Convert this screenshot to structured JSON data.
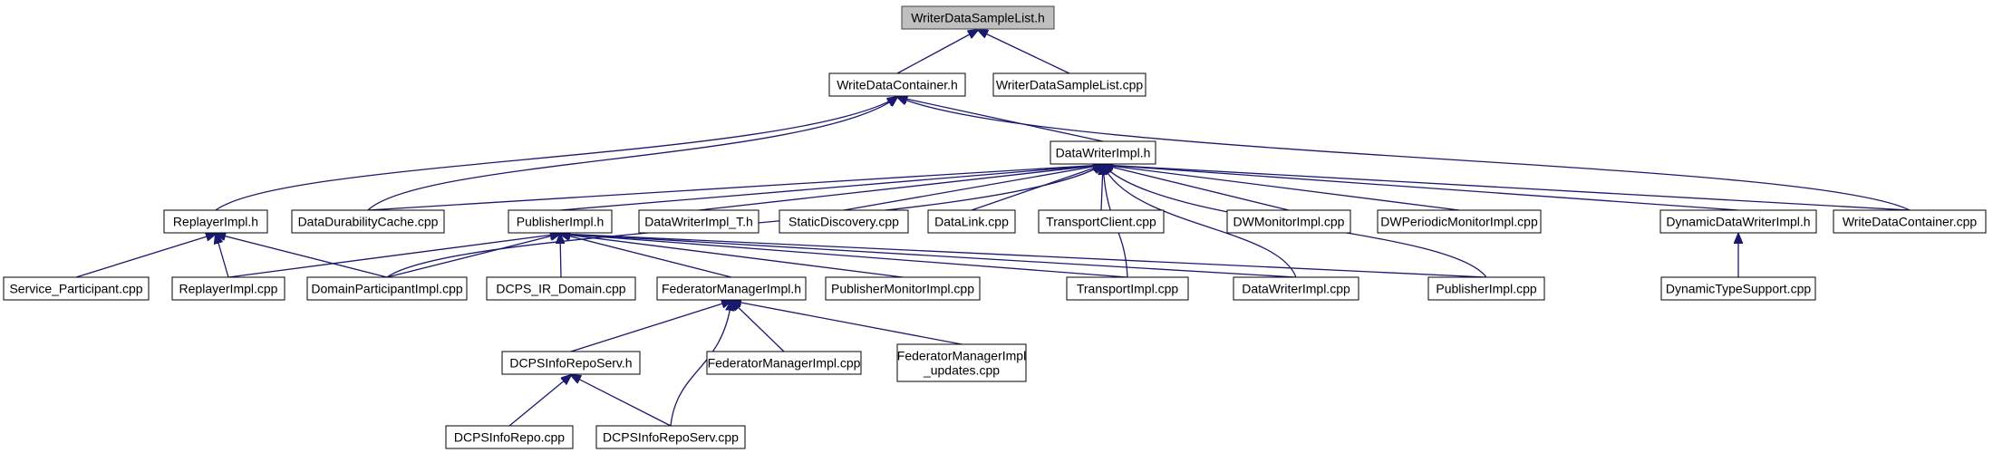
{
  "graph": {
    "colors": {
      "edge": "#191970",
      "root_fill": "#bfbfbf",
      "node_fill": "#ffffff",
      "node_border": "#000000"
    },
    "nodes": [
      {
        "id": "n0",
        "lines": [
          "WriterDataSampleList.h"
        ],
        "root": true
      },
      {
        "id": "n1",
        "lines": [
          "WriteDataContainer.h"
        ]
      },
      {
        "id": "n2",
        "lines": [
          "WriterDataSampleList.cpp"
        ]
      },
      {
        "id": "n3",
        "lines": [
          "DataWriterImpl.h"
        ]
      },
      {
        "id": "n4",
        "lines": [
          "ReplayerImpl.h"
        ]
      },
      {
        "id": "n5",
        "lines": [
          "DataDurabilityCache.cpp"
        ]
      },
      {
        "id": "n6",
        "lines": [
          "PublisherImpl.h"
        ]
      },
      {
        "id": "n7",
        "lines": [
          "DataWriterImpl_T.h"
        ]
      },
      {
        "id": "n8",
        "lines": [
          "StaticDiscovery.cpp"
        ]
      },
      {
        "id": "n9",
        "lines": [
          "DataLink.cpp"
        ]
      },
      {
        "id": "n10",
        "lines": [
          "TransportClient.cpp"
        ]
      },
      {
        "id": "n11",
        "lines": [
          "DWMonitorImpl.cpp"
        ]
      },
      {
        "id": "n12",
        "lines": [
          "DWPeriodicMonitorImpl.cpp"
        ]
      },
      {
        "id": "n13",
        "lines": [
          "DynamicDataWriterImpl.h"
        ]
      },
      {
        "id": "n14",
        "lines": [
          "WriteDataContainer.cpp"
        ]
      },
      {
        "id": "n15",
        "lines": [
          "Service_Participant.cpp"
        ]
      },
      {
        "id": "n16",
        "lines": [
          "ReplayerImpl.cpp"
        ]
      },
      {
        "id": "n17",
        "lines": [
          "DomainParticipantImpl.cpp"
        ]
      },
      {
        "id": "n18",
        "lines": [
          "DCPS_IR_Domain.cpp"
        ]
      },
      {
        "id": "n19",
        "lines": [
          "FederatorManagerImpl.h"
        ]
      },
      {
        "id": "n20",
        "lines": [
          "PublisherMonitorImpl.cpp"
        ]
      },
      {
        "id": "n21",
        "lines": [
          "TransportImpl.cpp"
        ]
      },
      {
        "id": "n22",
        "lines": [
          "DataWriterImpl.cpp"
        ]
      },
      {
        "id": "n23",
        "lines": [
          "PublisherImpl.cpp"
        ]
      },
      {
        "id": "n24",
        "lines": [
          "DynamicTypeSupport.cpp"
        ]
      },
      {
        "id": "n25",
        "lines": [
          "DCPSInfoRepoServ.h"
        ]
      },
      {
        "id": "n26",
        "lines": [
          "FederatorManagerImpl.cpp"
        ]
      },
      {
        "id": "n27",
        "lines": [
          "FederatorManagerImpl",
          "_updates.cpp"
        ]
      },
      {
        "id": "n28",
        "lines": [
          "DCPSInfoRepo.cpp"
        ]
      },
      {
        "id": "n29",
        "lines": [
          "DCPSInfoRepoServ.cpp"
        ]
      }
    ],
    "edges": [
      [
        "n0",
        "n1"
      ],
      [
        "n0",
        "n2"
      ],
      [
        "n1",
        "n3"
      ],
      [
        "n1",
        "n4"
      ],
      [
        "n1",
        "n5"
      ],
      [
        "n1",
        "n14"
      ],
      [
        "n3",
        "n5"
      ],
      [
        "n3",
        "n6"
      ],
      [
        "n3",
        "n7"
      ],
      [
        "n3",
        "n8"
      ],
      [
        "n3",
        "n9"
      ],
      [
        "n3",
        "n10"
      ],
      [
        "n3",
        "n11"
      ],
      [
        "n3",
        "n12"
      ],
      [
        "n3",
        "n13"
      ],
      [
        "n3",
        "n14"
      ],
      [
        "n3",
        "n17"
      ],
      [
        "n3",
        "n21"
      ],
      [
        "n3",
        "n22"
      ],
      [
        "n3",
        "n23"
      ],
      [
        "n4",
        "n15"
      ],
      [
        "n4",
        "n16"
      ],
      [
        "n4",
        "n17"
      ],
      [
        "n6",
        "n16"
      ],
      [
        "n6",
        "n17"
      ],
      [
        "n6",
        "n18"
      ],
      [
        "n6",
        "n19"
      ],
      [
        "n6",
        "n20"
      ],
      [
        "n6",
        "n21"
      ],
      [
        "n6",
        "n22"
      ],
      [
        "n6",
        "n23"
      ],
      [
        "n13",
        "n24"
      ],
      [
        "n19",
        "n25"
      ],
      [
        "n19",
        "n26"
      ],
      [
        "n19",
        "n27"
      ],
      [
        "n19",
        "n29"
      ],
      [
        "n25",
        "n28"
      ],
      [
        "n25",
        "n29"
      ]
    ]
  }
}
